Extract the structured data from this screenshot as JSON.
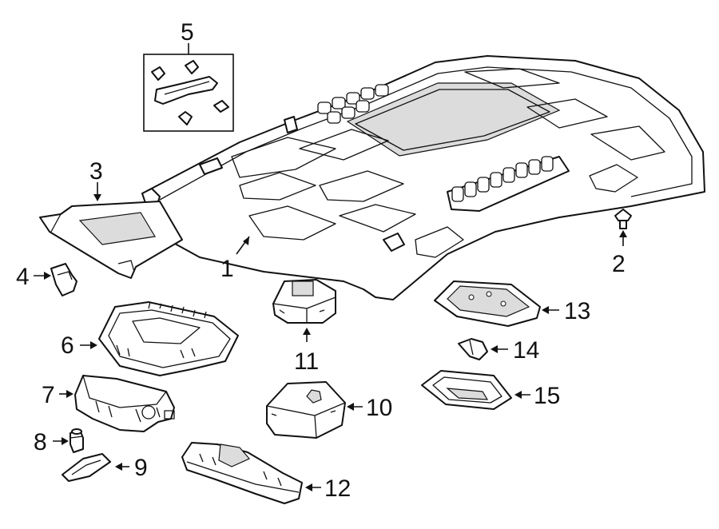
{
  "callouts": [
    {
      "id": "1",
      "text": "1"
    },
    {
      "id": "2",
      "text": "2"
    },
    {
      "id": "3",
      "text": "3"
    },
    {
      "id": "4",
      "text": "4"
    },
    {
      "id": "5",
      "text": "5"
    },
    {
      "id": "6",
      "text": "6"
    },
    {
      "id": "7",
      "text": "7"
    },
    {
      "id": "8",
      "text": "8"
    },
    {
      "id": "9",
      "text": "9"
    },
    {
      "id": "10",
      "text": "10"
    },
    {
      "id": "11",
      "text": "11"
    },
    {
      "id": "12",
      "text": "12"
    },
    {
      "id": "13",
      "text": "13"
    },
    {
      "id": "14",
      "text": "14"
    },
    {
      "id": "15",
      "text": "15"
    }
  ],
  "colors": {
    "line": "#111111",
    "background": "#ffffff",
    "part_fill": "#ffffff"
  }
}
